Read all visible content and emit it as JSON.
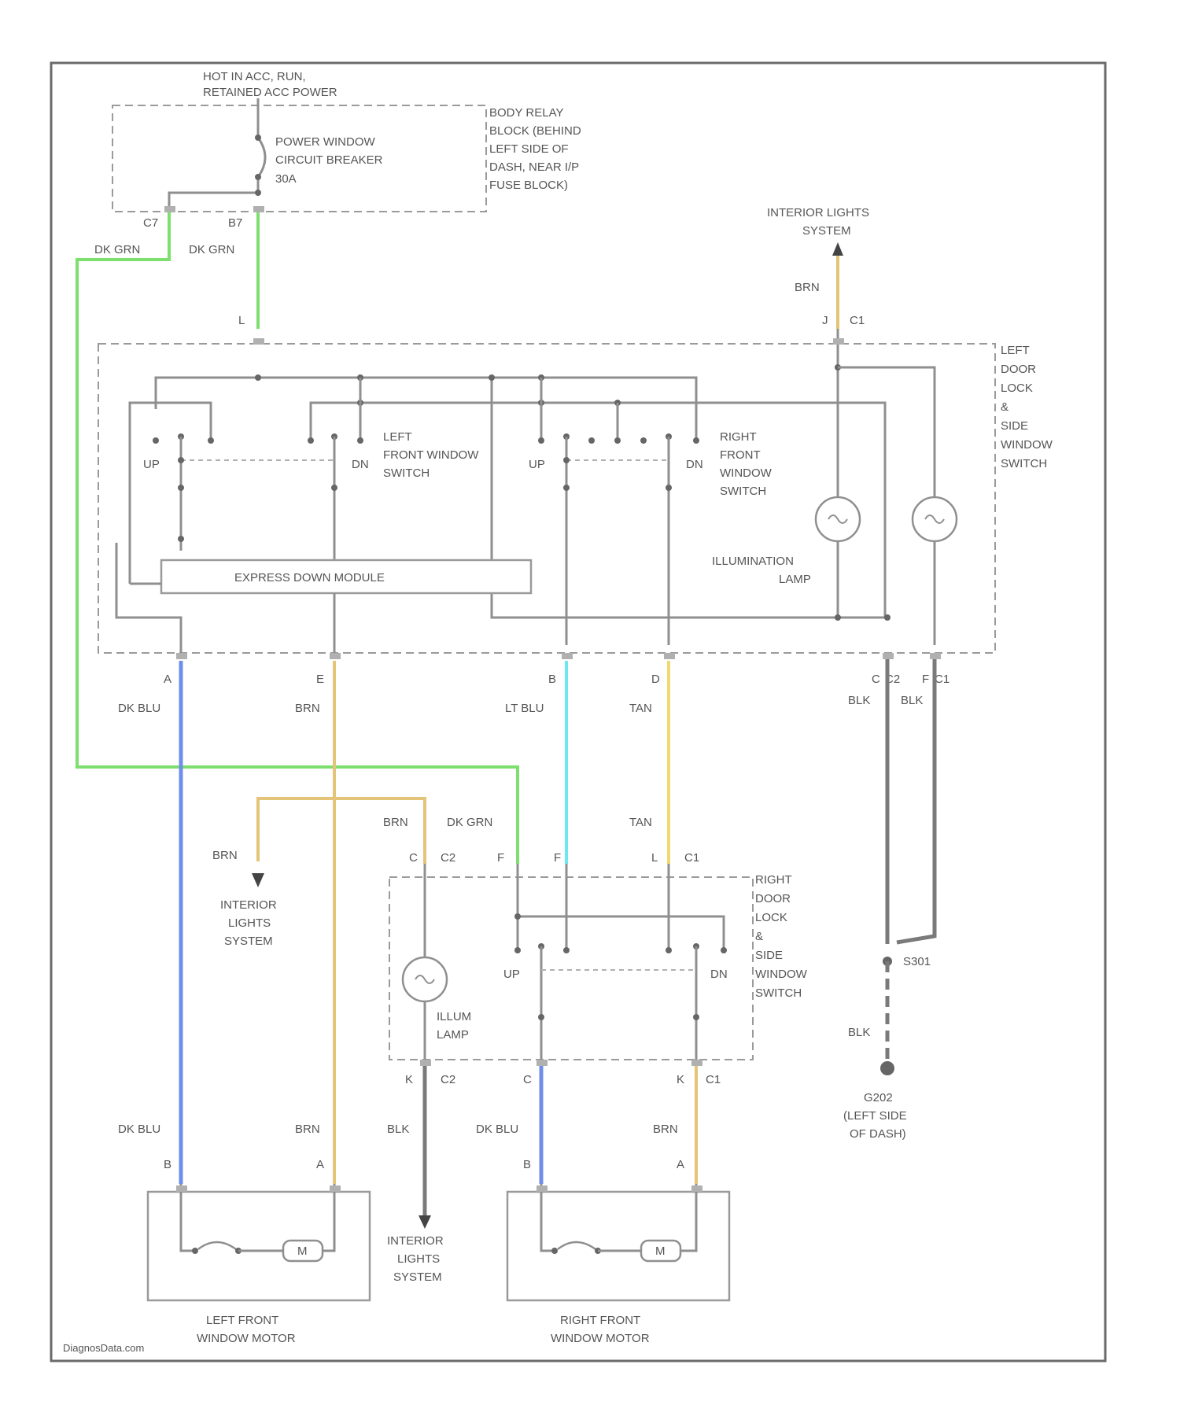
{
  "labels": {
    "hot_in": "HOT IN ACC, RUN,",
    "retained": "RETAINED ACC POWER",
    "cb_line1": "POWER WINDOW",
    "cb_line2": "CIRCUIT BREAKER",
    "cb_line3": "30A",
    "body_relay_1": "BODY RELAY",
    "body_relay_2": "BLOCK (BEHIND",
    "body_relay_3": "LEFT SIDE OF",
    "body_relay_4": "DASH, NEAR I/P",
    "body_relay_5": "FUSE BLOCK)",
    "pin_c7": "C7",
    "pin_b7": "B7",
    "wire_dk_grn_1": "DK GRN",
    "wire_dk_grn_2": "DK GRN",
    "pin_l_top": "L",
    "int_lights_top_1": "INTERIOR LIGHTS",
    "int_lights_top_2": "SYSTEM",
    "wire_brn_top": "BRN",
    "pin_j": "J",
    "conn_c1_top": "C1",
    "ldls_1": "LEFT",
    "ldls_2": "DOOR",
    "ldls_3": "LOCK",
    "ldls_4": "&",
    "ldls_5": "SIDE",
    "ldls_6": "WINDOW",
    "ldls_7": "SWITCH",
    "up1": "UP",
    "dn1": "DN",
    "lfws_1": "LEFT",
    "lfws_2": "FRONT WINDOW",
    "lfws_3": "SWITCH",
    "up2": "UP",
    "dn2": "DN",
    "rfws_1": "RIGHT",
    "rfws_2": "FRONT",
    "rfws_3": "WINDOW",
    "rfws_4": "SWITCH",
    "illum_1": "ILLUMINATION",
    "illum_2": "LAMP",
    "express": "EXPRESS DOWN MODULE",
    "pin_a": "A",
    "pin_e": "E",
    "pin_b": "B",
    "pin_d": "D",
    "pin_c_c2": "C",
    "conn_c2": "C2",
    "pin_f_c1": "F",
    "conn_c1b": "C1",
    "w_dk_blu": "DK BLU",
    "w_brn": "BRN",
    "w_lt_blu": "LT BLU",
    "w_tan": "TAN",
    "w_blk1": "BLK",
    "w_blk2": "BLK",
    "w_brn2": "BRN",
    "w_dk_grn3": "DK GRN",
    "w_tan2": "TAN",
    "w_brn3": "BRN",
    "int_lights_left_1": "INTERIOR",
    "int_lights_left_2": "LIGHTS",
    "int_lights_left_3": "SYSTEM",
    "pin_c_r": "C",
    "conn_c2_r": "C2",
    "pin_f_r": "F",
    "pin_f2_r": "F",
    "pin_l_r": "L",
    "conn_c1_r": "C1",
    "rdls_1": "RIGHT",
    "rdls_2": "DOOR",
    "rdls_3": "LOCK",
    "rdls_4": "&",
    "rdls_5": "SIDE",
    "rdls_6": "WINDOW",
    "rdls_7": "SWITCH",
    "up3": "UP",
    "dn3": "DN",
    "illum_r_1": "ILLUM",
    "illum_r_2": "LAMP",
    "splice": "S301",
    "w_blk3": "BLK",
    "ground_1": "G202",
    "ground_2": "(LEFT SIDE",
    "ground_3": "OF DASH)",
    "pin_k_r": "K",
    "conn_c2_rb": "C2",
    "pin_c_rb": "C",
    "pin_k2_r": "K",
    "conn_c1_rb": "C1",
    "w_dk_blu2": "DK BLU",
    "w_brn4": "BRN",
    "w_blk4": "BLK",
    "w_dk_blu3": "DK BLU",
    "w_brn5": "BRN",
    "pin_b_lm": "B",
    "pin_a_lm": "A",
    "pin_b_rm": "B",
    "pin_a_rm": "A",
    "m1": "M",
    "m2": "M",
    "int_lights_bot_1": "INTERIOR",
    "int_lights_bot_2": "LIGHTS",
    "int_lights_bot_3": "SYSTEM",
    "lfm_1": "LEFT FRONT",
    "lfm_2": "WINDOW MOTOR",
    "rfm_1": "RIGHT FRONT",
    "rfm_2": "WINDOW MOTOR",
    "watermark": "DiagnosData.com"
  },
  "wire_colors": {
    "dk_grn": "#7ddf6e",
    "dk_blu": "#6f8ee8",
    "brn": "#e3c478",
    "tan": "#f0da70",
    "lt_blu": "#6ee8f0",
    "blk": "#7a7a7a"
  }
}
